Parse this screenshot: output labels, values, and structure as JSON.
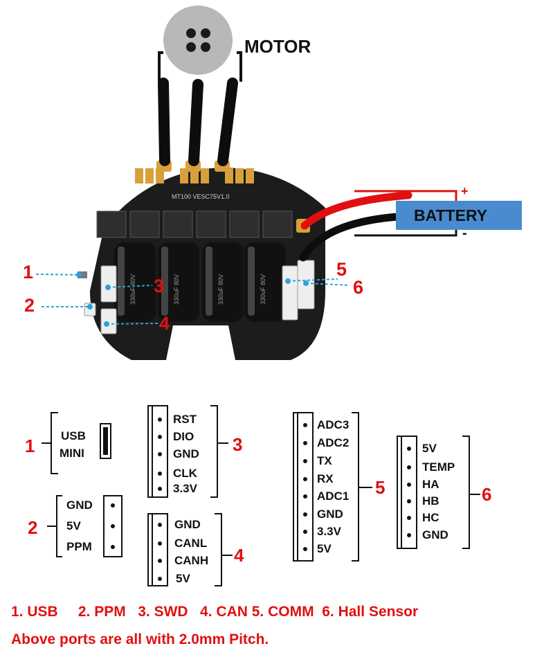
{
  "photo": {
    "motor_label": "MOTOR",
    "battery_label": "BATTERY",
    "battery_plus": "+",
    "battery_minus": "-",
    "board_text": "MT100 VESC75V1.0",
    "cap_text": "330uF 80V",
    "callouts": [
      "1",
      "2",
      "3",
      "4",
      "5",
      "6"
    ],
    "colors": {
      "callout_line": "#2ba3d8",
      "callout_number": "#e01010",
      "battery_fill": "#4a8bd0",
      "wire_red": "#e01010",
      "board": "#1c1c1c"
    }
  },
  "pinouts": {
    "p1": {
      "num": "1",
      "pins": [
        "USB",
        "MINI"
      ]
    },
    "p2": {
      "num": "2",
      "pins": [
        "GND",
        "5V",
        "PPM"
      ]
    },
    "p3": {
      "num": "3",
      "pins": [
        "RST",
        "DIO",
        "GND",
        "CLK",
        "3.3V"
      ]
    },
    "p4": {
      "num": "4",
      "pins": [
        "GND",
        "CANL",
        "CANH",
        "5V"
      ]
    },
    "p5": {
      "num": "5",
      "pins": [
        "ADC3",
        "ADC2",
        "TX",
        "RX",
        "ADC1",
        "GND",
        "3.3V",
        "5V"
      ]
    },
    "p6": {
      "num": "6",
      "pins": [
        "5V",
        "TEMP",
        "HA",
        "HB",
        "HC",
        "GND"
      ]
    }
  },
  "legend": {
    "line1": "1. USB     2. PPM   3. SWD   4. CAN 5. COMM  6. Hall Sensor",
    "line2": "Above ports are all with 2.0mm Pitch."
  }
}
